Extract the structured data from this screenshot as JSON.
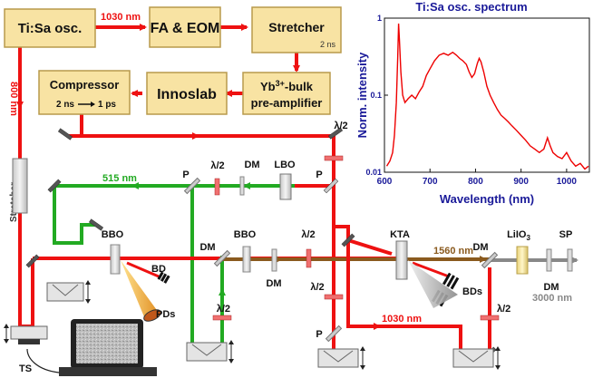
{
  "boxes": {
    "tisa": "Ti:Sa osc.",
    "fa_eom": "FA & EOM",
    "stretcher": "Stretcher",
    "stretcher_sub": "2 ns",
    "compressor": "Compressor",
    "compressor_sub_a": "2 ns",
    "compressor_sub_b": "1 ps",
    "innoslab": "Innoslab",
    "preamp_a": "Yb",
    "preamp_sup": "3+",
    "preamp_b": "-bulk",
    "preamp_c": "pre-amplifier"
  },
  "beam_labels": {
    "w1030_top": "1030 nm",
    "w800": "800 nm",
    "stretcher_vertical": "Stretcher",
    "w515": "515 nm",
    "w1560": "1560 nm",
    "w1030_bottom": "1030 nm",
    "w3000": "3000 nm"
  },
  "components": {
    "half_wave": "λ/2",
    "dm": "DM",
    "lbo": "LBO",
    "p": "P",
    "bbo": "BBO",
    "bd": "BD",
    "bds": "BDs",
    "pds": "PDs",
    "kta": "KTA",
    "liio3": "LiIO",
    "liio3_sub": "3",
    "sp": "SP",
    "ts": "TS"
  },
  "colors": {
    "box_fill": "#f8e3a3",
    "box_stroke": "#b89a4c",
    "red_beam": "#ee1111",
    "green_beam": "#22aa22",
    "brown_beam": "#8a5a1e",
    "gray_beam": "#888888",
    "spectrum_line": "#ee0000",
    "axis_title": "#1a1a99"
  },
  "chart_data": {
    "type": "line",
    "title": "Ti:Sa osc. spectrum",
    "xlabel": "Wavelength (nm)",
    "ylabel": "Norm. intensity",
    "xlim": [
      600,
      1050
    ],
    "ylim": [
      0.01,
      1
    ],
    "yscale": "log",
    "x_ticks": [
      "600",
      "700",
      "800",
      "900",
      "1000"
    ],
    "y_ticks": [
      "0.01",
      "0.1",
      "1"
    ],
    "series": [
      {
        "x": [
          605,
          612,
          618,
          622,
          626,
          629,
          631,
          633,
          636,
          640,
          645,
          652,
          660,
          668,
          676,
          684,
          692,
          700,
          710,
          720,
          730,
          740,
          750,
          758,
          765,
          772,
          780,
          786,
          792,
          798,
          804,
          808,
          812,
          818,
          825,
          832,
          840,
          848,
          856,
          864,
          872,
          880,
          890,
          900,
          910,
          920,
          930,
          940,
          950,
          958,
          964,
          970,
          980,
          990,
          1000,
          1010,
          1020,
          1030,
          1040,
          1048
        ],
        "y": [
          0.012,
          0.014,
          0.018,
          0.03,
          0.08,
          0.3,
          0.85,
          0.5,
          0.2,
          0.1,
          0.08,
          0.09,
          0.1,
          0.09,
          0.11,
          0.13,
          0.18,
          0.22,
          0.28,
          0.33,
          0.35,
          0.33,
          0.36,
          0.33,
          0.3,
          0.28,
          0.25,
          0.2,
          0.17,
          0.19,
          0.26,
          0.3,
          0.27,
          0.2,
          0.13,
          0.1,
          0.08,
          0.065,
          0.055,
          0.05,
          0.045,
          0.04,
          0.035,
          0.03,
          0.026,
          0.022,
          0.02,
          0.018,
          0.02,
          0.028,
          0.022,
          0.018,
          0.016,
          0.015,
          0.018,
          0.014,
          0.012,
          0.013,
          0.011,
          0.012
        ]
      }
    ]
  }
}
